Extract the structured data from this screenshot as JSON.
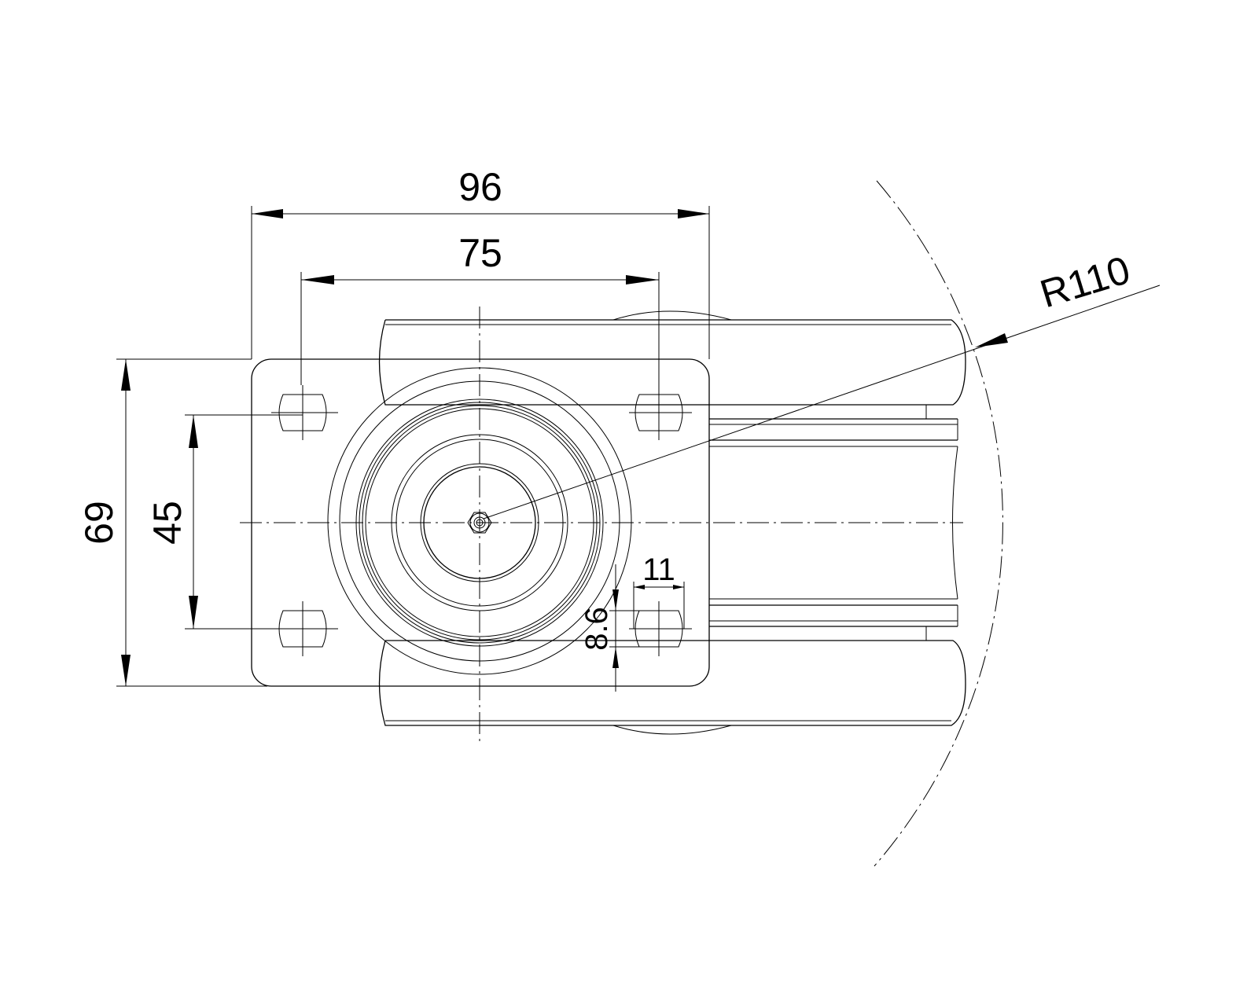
{
  "drawing": {
    "title": "Caster plate top view",
    "dimensions": {
      "overall_width": "96",
      "hole_spacing_width": "75",
      "overall_height": "69",
      "hole_spacing_height": "45",
      "slot_length": "11",
      "slot_width": "8.6",
      "swivel_radius": "R110"
    }
  }
}
